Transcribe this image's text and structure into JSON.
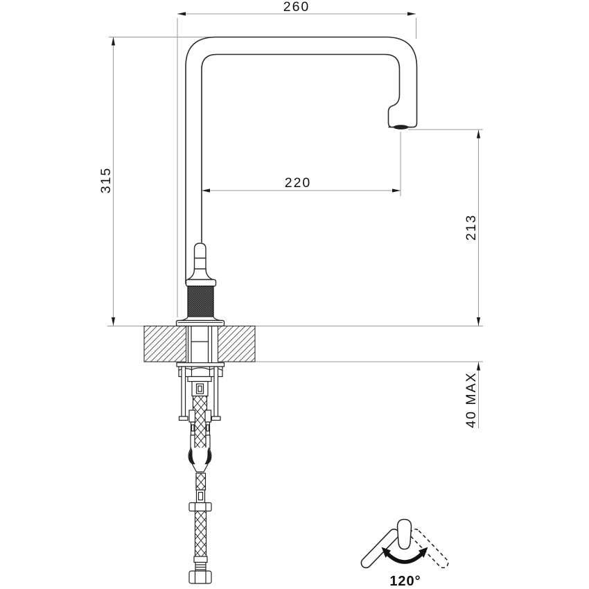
{
  "drawing": {
    "title": "faucet-dimension-drawing",
    "dimensions": {
      "spout_width": "260",
      "total_height": "315",
      "spout_reach": "220",
      "outlet_height": "213",
      "counter_thickness": "40 MAX",
      "swivel_angle": "120°"
    },
    "colors": {
      "object_line": "#2a2a2a",
      "dimension_line": "#999999",
      "text": "#111111",
      "background": "#ffffff"
    }
  }
}
